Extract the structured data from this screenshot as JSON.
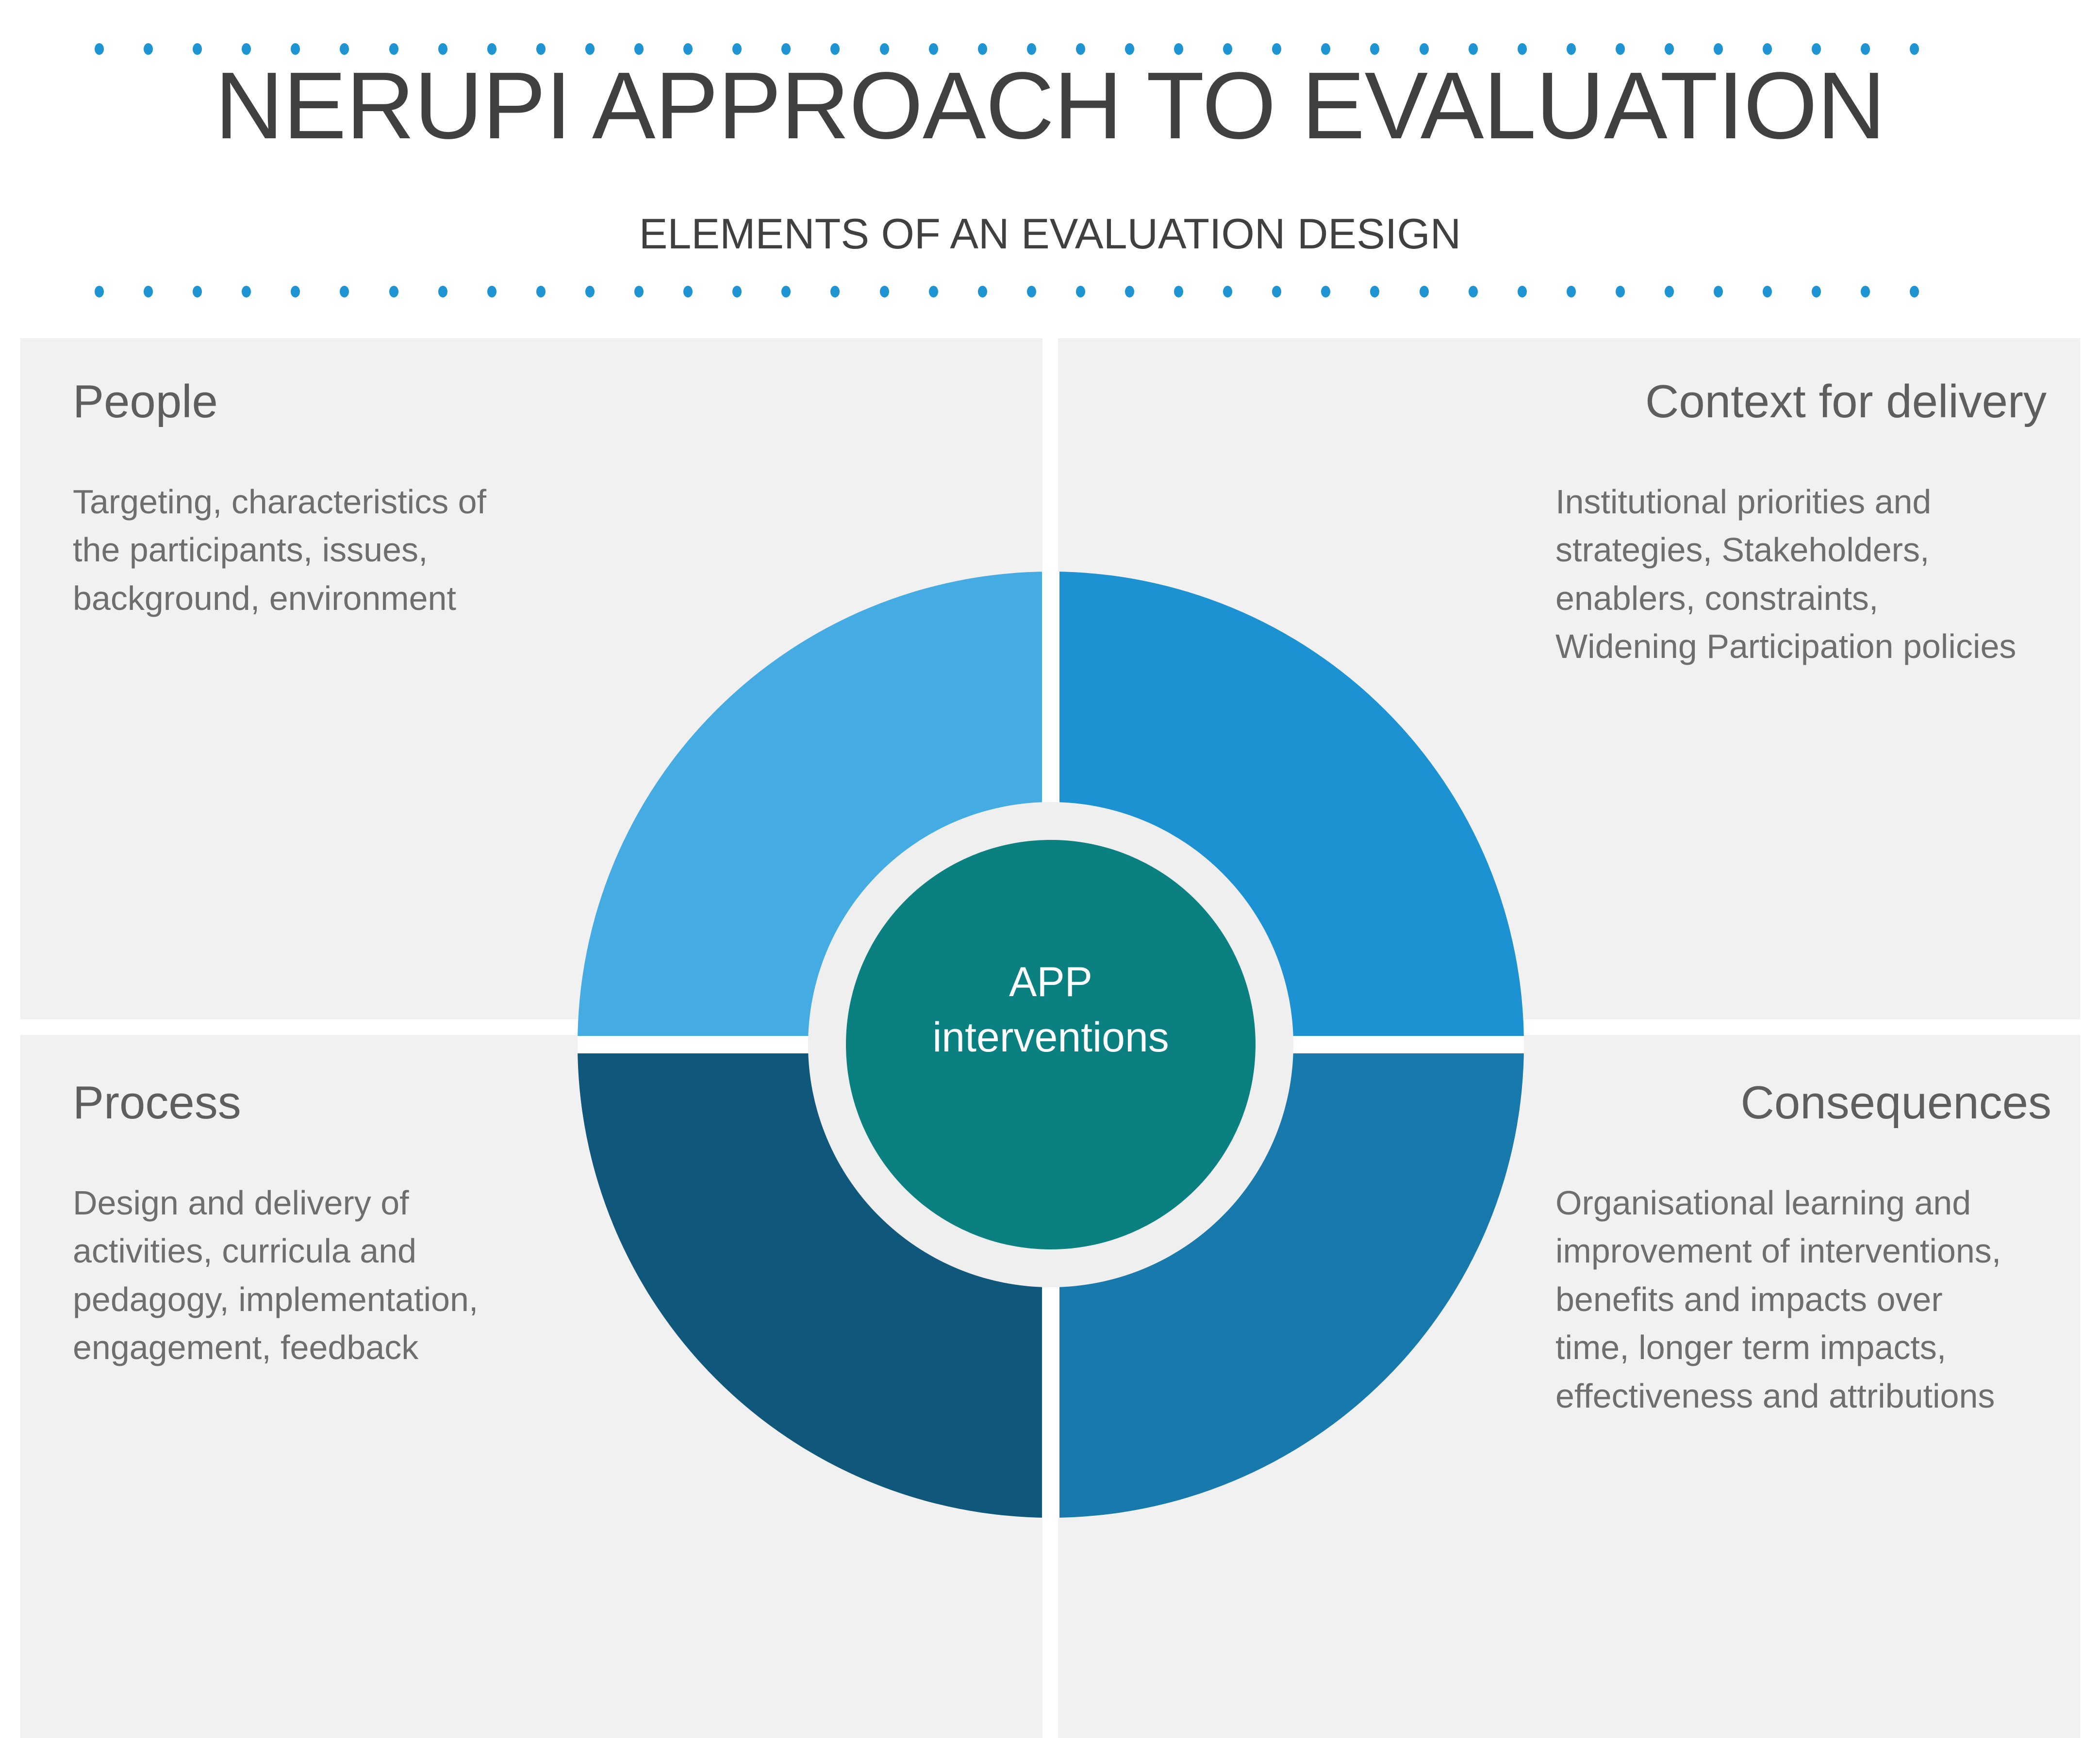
{
  "header": {
    "title": "NERUPI APPROACH TO EVALUATION",
    "subtitle": "ELEMENTS OF AN EVALUATION DESIGN",
    "dot_count": 38,
    "dot_color": "#1E94D2"
  },
  "quadrants": {
    "people": {
      "heading": "People",
      "body": "Targeting, characteristics of the participants, issues, background, environment",
      "segment_color": "#44ACE3",
      "position": "top-left"
    },
    "context": {
      "heading": "Context for delivery",
      "body": "Institutional priorities and strategies, Stakeholders, enablers, constraints, Widening Participation policies",
      "segment_color": "#1C92D2",
      "position": "top-right"
    },
    "process": {
      "heading": "Process",
      "body": "Design and delivery of activities, curricula and pedagogy, implementation, engagement, feedback",
      "segment_color": "#10577C",
      "position": "bottom-left"
    },
    "consequences": {
      "heading": "Consequences",
      "body": "Organisational learning and improvement of interventions, benefits and impacts over time, longer term impacts, effectiveness and attributions",
      "segment_color": "#1779AC",
      "position": "bottom-right"
    }
  },
  "donut": {
    "center_label": "APP interventions",
    "center_color": "#0A8080",
    "ring_gap_color": "#EFEFEF",
    "divider_color": "#FFFFFF"
  },
  "chart_data": {
    "type": "pie",
    "title": "NERUPI Approach to Evaluation",
    "subtitle": "Elements of an evaluation design",
    "categories": [
      "People",
      "Context for delivery",
      "Consequences",
      "Process"
    ],
    "values": [
      25,
      25,
      25,
      25
    ],
    "colors": [
      "#44ACE3",
      "#1C92D2",
      "#1779AC",
      "#10577C"
    ],
    "center_label": "APP interventions",
    "center_color": "#0A8080",
    "legend": "none",
    "notes": "Four equal quadrants of a donut; each quadrant maps to a labelled text block in the surrounding grid."
  },
  "palette": {
    "panel_background": "#F1F1F1",
    "page_background": "#FFFFFF",
    "heading_text": "#5E5E5E",
    "body_text": "#6E6E6E",
    "title_text": "#404040"
  }
}
